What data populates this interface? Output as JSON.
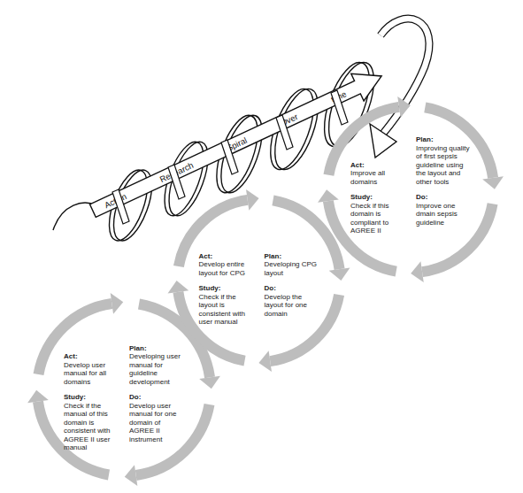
{
  "diagram": {
    "nodes": [
      {
        "text": [
          "Action Research Spiral Over time"
        ]
      },
      {
        "text": [
          "Act:",
          "Develop user manual for all domains",
          "Plan:",
          "Developing user manual for guideline development",
          "Study:",
          "Check if the manual of this domain is consistent with AGREE II user manual",
          "Do:",
          "Develop user manual for one domain of AGREE II instrument"
        ]
      },
      {
        "text": [
          "Act:",
          "Develop entire layout for CPG",
          "Plan:",
          "Developing CPG layout",
          "Study:",
          "Check if the layout is consistent with user manual",
          "Do:",
          "Develop the layout for one domain"
        ]
      },
      {
        "text": [
          "Act:",
          "Improve all domains",
          "Plan:",
          "Improving quality of first sepsis guideline using the layout and other tools",
          "Study:",
          "Check if this domain is compliant to AGREE II",
          "Do:",
          "Improve one dmain sepsis guideline"
        ]
      }
    ]
  }
}
